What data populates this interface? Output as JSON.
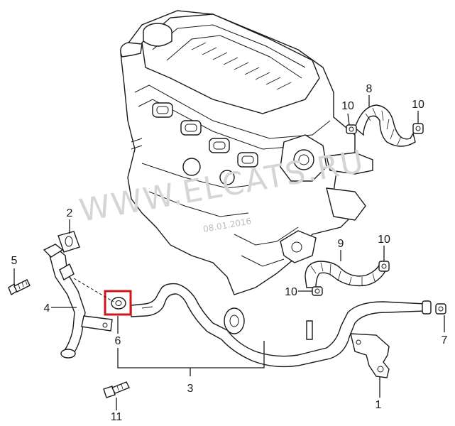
{
  "watermark": "WWW.ELCATS.RU",
  "date_stamp": "08.01.2016",
  "callouts": [
    "1",
    "2",
    "3",
    "4",
    "5",
    "6",
    "7",
    "8",
    "9",
    "10",
    "10",
    "10",
    "10",
    "11"
  ],
  "highlight_color": "#d0161b"
}
